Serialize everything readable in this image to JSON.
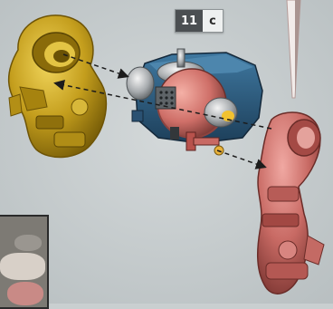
{
  "step": {
    "number": "11",
    "letter": "c"
  },
  "colors": {
    "background": "#c9cfd0",
    "gold_part": "#c9a21c",
    "red_part": "#c96a66",
    "blue_housing": "#2f5f83",
    "pink_sphere": "#cf7a76",
    "arrow": "#222222"
  },
  "icons": [
    "dashed-arrow",
    "dashed-arrow"
  ]
}
